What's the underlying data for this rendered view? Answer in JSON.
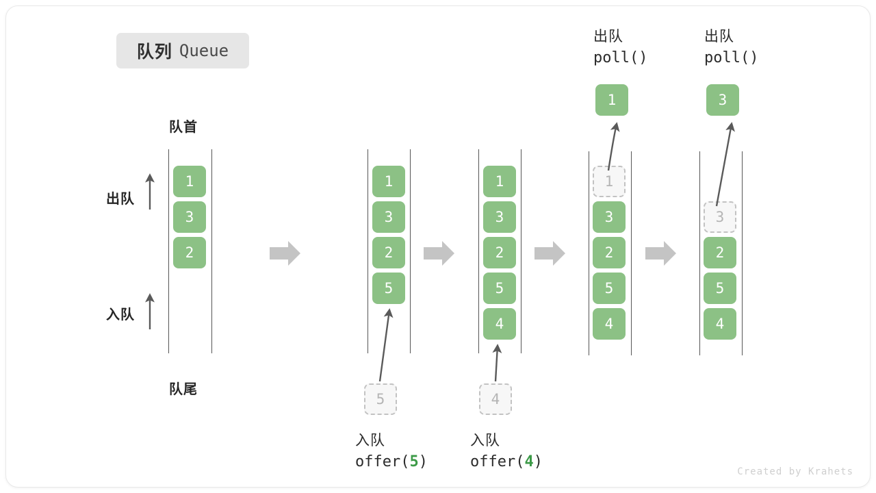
{
  "title": {
    "cn": "队列",
    "en": "Queue"
  },
  "labels": {
    "head": "队首",
    "tail": "队尾",
    "dequeue": "出队",
    "enqueue": "入队"
  },
  "accent_green": "#8cc185",
  "code_green": "#3c9a47",
  "rail_gray": "#555555",
  "ghost_gray": "#b4b4b4",
  "separator_gray": "#c4c4c4",
  "watermark": "Created by Krahets",
  "columns": [
    {
      "id": "initial",
      "elements": [
        {
          "value": "1",
          "state": "filled"
        },
        {
          "value": "3",
          "state": "filled"
        },
        {
          "value": "2",
          "state": "filled"
        }
      ],
      "side_arrows": [
        {
          "label": "出队",
          "direction": "up"
        },
        {
          "label": "入队",
          "direction": "up"
        }
      ],
      "head_label": "队首",
      "tail_label": "队尾"
    },
    {
      "id": "after-offer-5",
      "elements": [
        {
          "value": "1",
          "state": "filled"
        },
        {
          "value": "3",
          "state": "filled"
        },
        {
          "value": "2",
          "state": "filled"
        },
        {
          "value": "5",
          "state": "filled"
        }
      ],
      "incoming": {
        "value": "5",
        "state": "ghost"
      },
      "operation": {
        "cn": "入队",
        "code_prefix": "offer(",
        "code_arg": "5",
        "code_suffix": ")"
      }
    },
    {
      "id": "after-offer-4",
      "elements": [
        {
          "value": "1",
          "state": "filled"
        },
        {
          "value": "3",
          "state": "filled"
        },
        {
          "value": "2",
          "state": "filled"
        },
        {
          "value": "5",
          "state": "filled"
        },
        {
          "value": "4",
          "state": "filled"
        }
      ],
      "incoming": {
        "value": "4",
        "state": "ghost"
      },
      "operation": {
        "cn": "入队",
        "code_prefix": "offer(",
        "code_arg": "4",
        "code_suffix": ")"
      }
    },
    {
      "id": "after-poll-1",
      "elements": [
        {
          "value": "1",
          "state": "ghost"
        },
        {
          "value": "3",
          "state": "filled"
        },
        {
          "value": "2",
          "state": "filled"
        },
        {
          "value": "5",
          "state": "filled"
        },
        {
          "value": "4",
          "state": "filled"
        }
      ],
      "outgoing": {
        "value": "1",
        "state": "filled"
      },
      "operation": {
        "cn": "出队",
        "code": "poll()"
      }
    },
    {
      "id": "after-poll-3",
      "elements": [
        {
          "value": "3",
          "state": "ghost"
        },
        {
          "value": "2",
          "state": "filled"
        },
        {
          "value": "5",
          "state": "filled"
        },
        {
          "value": "4",
          "state": "filled"
        }
      ],
      "outgoing": {
        "value": "3",
        "state": "filled"
      },
      "operation": {
        "cn": "出队",
        "code": "poll()"
      }
    }
  ],
  "separators": [
    "step-arrow",
    "step-arrow",
    "step-arrow",
    "step-arrow"
  ]
}
